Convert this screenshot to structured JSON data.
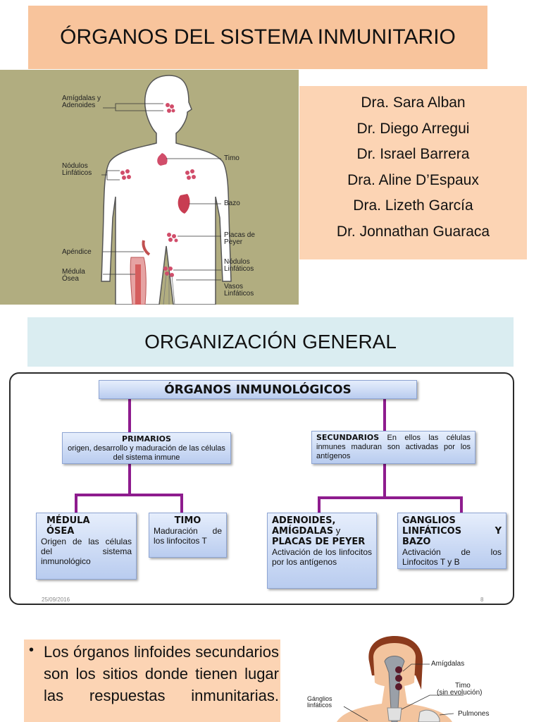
{
  "header": {
    "title": "ÓRGANOS DEL SISTEMA INMUNITARIO"
  },
  "figure1": {
    "labels": {
      "amigdalas": "Amígdalas y Adenoides",
      "nodulos": "Nódulos Linfáticos",
      "apendice": "Apéndice",
      "medula": "Médula Ósea",
      "timo": "Timo",
      "bazo": "Bazo",
      "placas": "Placas de Peyer",
      "nodulos_r": "Nódulos Linfáticos",
      "vasos": "Vasos Linfáticos"
    }
  },
  "authors": [
    "Dra. Sara Alban",
    "Dr. Diego Arregui",
    "Dr. Israel Barrera",
    "Dra. Aline D’Espaux",
    "Dra. Lizeth García",
    "Dr. Jonnathan Guaraca"
  ],
  "section2": {
    "title": "ORGANIZACIÓN GENERAL"
  },
  "org_chart": {
    "root": "ÓRGANOS INMUNOLÓGICOS",
    "primarios": {
      "title": "PRIMARIOS",
      "text": "origen, desarrollo y maduración de las células del sistema inmune"
    },
    "secundarios": {
      "title": "SECUNDARIOS",
      "text": "En ellos las células inmunes maduran son activadas por los antígenos"
    },
    "medula": {
      "title": "MÉDULA ÓSEA",
      "text": "Origen de las células del sistema inmunológico"
    },
    "timo": {
      "title": "TIMO",
      "text": "Maduración de los linfocitos T"
    },
    "adenoides": {
      "title_a": "ADENOIDES, AMÍGDALAS",
      "conn": "y",
      "title_b": "PLACAS DE PEYER",
      "text": "Activación de los linfocitos por los antígenos"
    },
    "ganglios": {
      "title": "GANGLIOS LINFÁTICOS Y BAZO",
      "text": "Activación de los Linfocitos T y B"
    },
    "footer_date": "25/09/2016",
    "footer_page": "8"
  },
  "bullet": {
    "symbol": "•",
    "text": "Los órganos linfoides secundarios son los sitios donde tienen lugar las respuestas inmunitarias."
  },
  "figure2": {
    "labels": {
      "amigdalas": "Amígdalas",
      "timo": "Timo",
      "timo_sub": "(sin evolución)",
      "ganglios": "Gánglios",
      "ganglios_sub": "linfáticos",
      "pulmones": "Pulmones"
    }
  },
  "colors": {
    "title_bg": "#f8c49c",
    "authors_bg": "#fcd4b4",
    "section_bg": "#daedf1",
    "connector": "#8e1c8e",
    "figure_bg": "#b1ad80"
  }
}
